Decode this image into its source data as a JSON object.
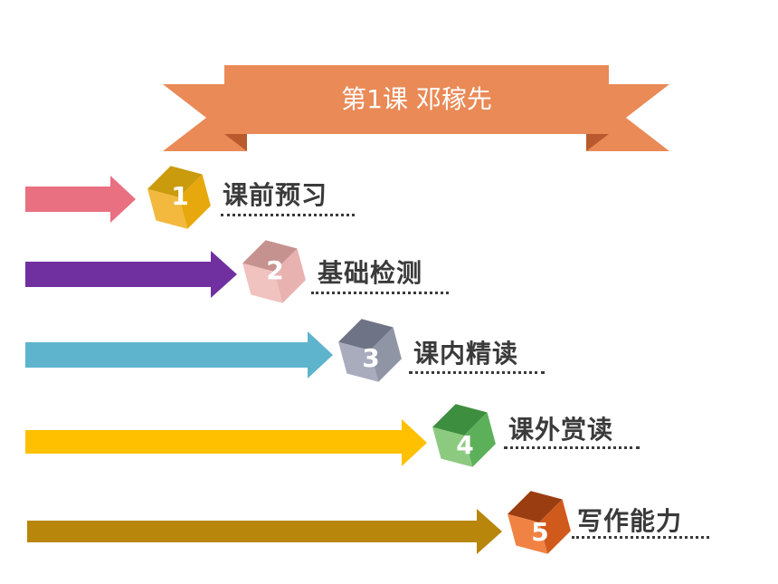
{
  "title": "第1课  邓稼先",
  "colors": {
    "banner": "#E98A57",
    "banner_dark": "#C9693A"
  },
  "sections": [
    {
      "number": "1",
      "label": "课前预习",
      "arrow_color": "#E87081",
      "cube_top": "#C99B0D",
      "cube_left": "#F2B93E",
      "cube_right": "#E6A80C"
    },
    {
      "number": "2",
      "label": "基础检测",
      "arrow_color": "#7030A0",
      "cube_top": "#C69290",
      "cube_left": "#F0C2C0",
      "cube_right": "#E8B2B0"
    },
    {
      "number": "3",
      "label": "课内精读",
      "arrow_color": "#5EB3CD",
      "cube_top": "#6E7385",
      "cube_left": "#A8ACBD",
      "cube_right": "#9095A6"
    },
    {
      "number": "4",
      "label": "课外赏读",
      "arrow_color": "#FFC000",
      "cube_top": "#3E8E3F",
      "cube_left": "#8CCB7F",
      "cube_right": "#5DB05A"
    },
    {
      "number": "5",
      "label": "写作能力",
      "arrow_color": "#B8860B",
      "cube_top": "#9A3D10",
      "cube_left": "#F08244",
      "cube_right": "#D05A1C"
    }
  ]
}
